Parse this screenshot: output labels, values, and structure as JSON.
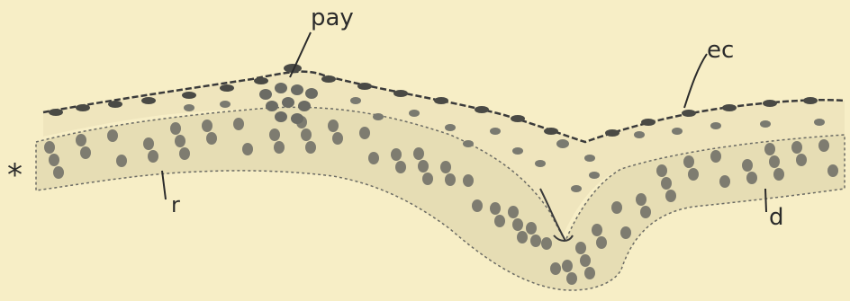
{
  "figure": {
    "background_color": "#f7eec6",
    "ink_color": "#3a3a3a",
    "tissue_fill": "#e6ddb4",
    "cell_fill": "#6b6b64",
    "labels": {
      "star": "*",
      "pay": "pay",
      "ec": "ec",
      "r": "r",
      "d": "d"
    }
  }
}
